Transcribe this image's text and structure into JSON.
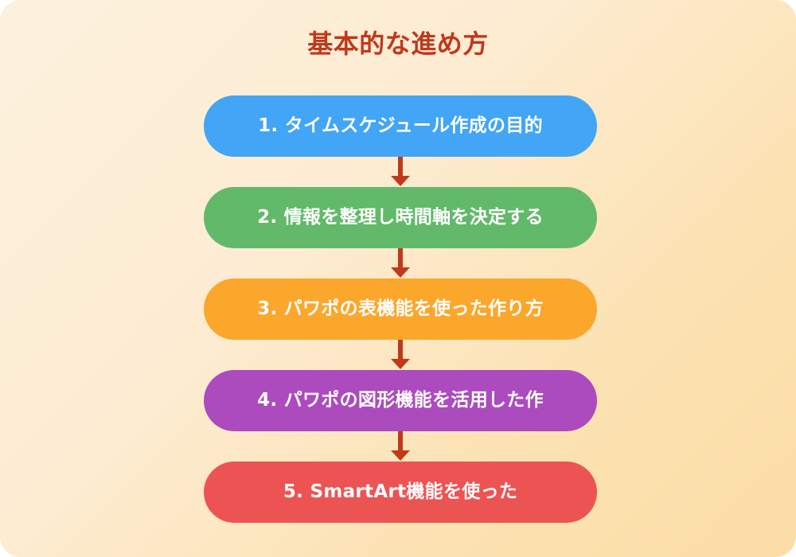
{
  "title": "基本的な進め方",
  "colors": {
    "title_text": "#c0391b",
    "arrow": "#c0391b",
    "background_start": "#fdf1de",
    "background_end": "#fbdda6",
    "step_text": "#ffffff"
  },
  "steps": [
    {
      "label": "1. タイムスケジュール作成の目的",
      "color": "#42a5f5",
      "number": "1"
    },
    {
      "label": "2. 情報を整理し時間軸を決定する",
      "color": "#62b96a",
      "number": "2"
    },
    {
      "label": "3. パワポの表機能を使った作り方",
      "color": "#fba72c",
      "number": "3"
    },
    {
      "label": "4. パワポの図形機能を活用した作",
      "color": "#ac4bbe",
      "number": "4"
    },
    {
      "label": "5. SmartArt機能を使った",
      "color": "#ec5453",
      "number": "5"
    }
  ],
  "connectors": [
    {
      "name": "arrow-step-1-to-2"
    },
    {
      "name": "arrow-step-2-to-3"
    },
    {
      "name": "arrow-step-3-to-4"
    },
    {
      "name": "arrow-step-4-to-5"
    }
  ]
}
